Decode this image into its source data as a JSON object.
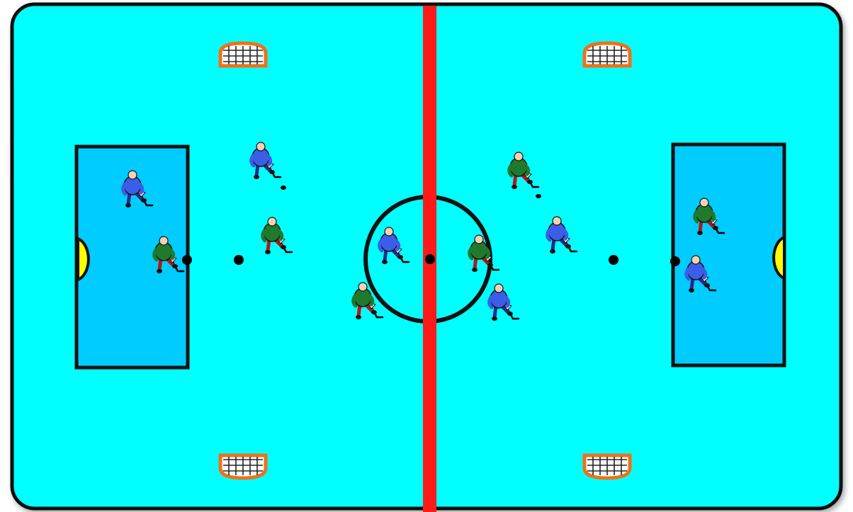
{
  "colors": {
    "ice": "#00ffff",
    "zone": "#00ccff",
    "board": "#111111",
    "center_line": "#ff1a1a",
    "crease": "#ffff00",
    "net_frame": "#f07018",
    "team_blue": "#3a5ee8",
    "team_green": "#1f7a2e",
    "stick": "#000000"
  },
  "rink": {
    "nets": [
      {
        "id": "net-top-left",
        "orientation": "down"
      },
      {
        "id": "net-top-right",
        "orientation": "down"
      },
      {
        "id": "net-bottom-left",
        "orientation": "up"
      },
      {
        "id": "net-bottom-right",
        "orientation": "up"
      }
    ],
    "players": [
      {
        "team": "blue",
        "icon": "player-blue-icon"
      },
      {
        "team": "green",
        "icon": "player-green-icon"
      },
      {
        "team": "blue",
        "icon": "player-blue-icon"
      },
      {
        "team": "green",
        "icon": "player-green-icon"
      },
      {
        "team": "blue",
        "icon": "player-blue-icon"
      },
      {
        "team": "green",
        "icon": "player-green-icon"
      },
      {
        "team": "green",
        "icon": "player-green-icon"
      },
      {
        "team": "blue",
        "icon": "player-blue-icon"
      },
      {
        "team": "green",
        "icon": "player-green-icon"
      },
      {
        "team": "blue",
        "icon": "player-blue-icon"
      },
      {
        "team": "green",
        "icon": "player-green-icon"
      },
      {
        "team": "blue",
        "icon": "player-blue-icon"
      }
    ]
  }
}
